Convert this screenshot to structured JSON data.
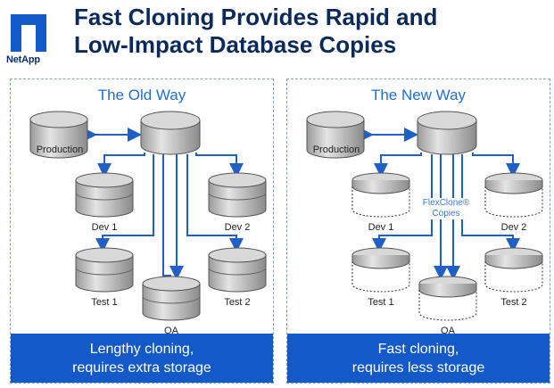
{
  "brand": {
    "name": "NetApp",
    "color": "#1459c8"
  },
  "title": {
    "line1": "Fast Cloning Provides Rapid and",
    "line2": "Low-Impact Database Copies"
  },
  "old_way": {
    "heading": "The Old Way",
    "labels": {
      "production": "Production",
      "dev1": "Dev 1",
      "dev2": "Dev 2",
      "test1": "Test 1",
      "test2": "Test 2",
      "qa": "QA"
    },
    "footer_line1": "Lengthy cloning,",
    "footer_line2": "requires extra storage"
  },
  "new_way": {
    "heading": "The New Way",
    "labels": {
      "production": "Production",
      "dev1": "Dev 1",
      "dev2": "Dev 2",
      "test1": "Test 1",
      "test2": "Test 2",
      "qa": "QA"
    },
    "flexclone_line1": "FlexClone®",
    "flexclone_line2": "Copies",
    "footer_line1": "Fast cloning,",
    "footer_line2": "requires less storage"
  }
}
